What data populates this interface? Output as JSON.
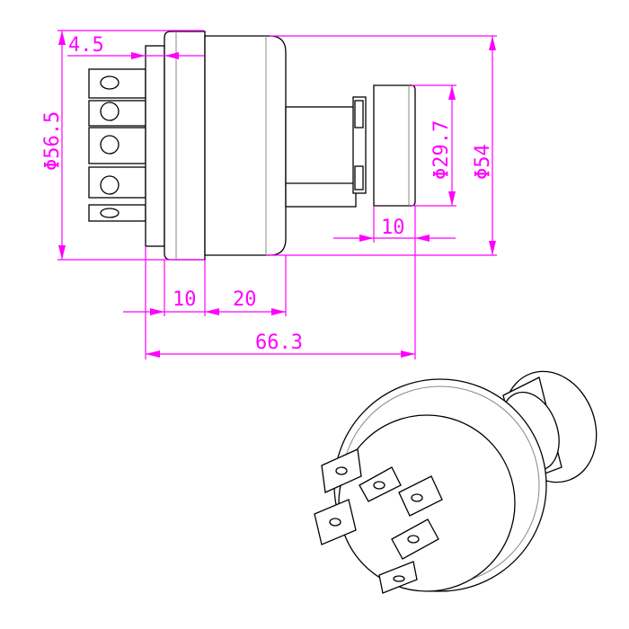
{
  "drawing": {
    "dimensions": {
      "flange_thickness": "4.5",
      "flange_diameter": "Φ56.5",
      "body_diameter": "Φ54",
      "knob_diameter": "Φ29.7",
      "knob_length": "10",
      "flange_length": "10",
      "body_length": "20",
      "overall_length": "66.3"
    },
    "accent_color": "#ff00ff"
  }
}
